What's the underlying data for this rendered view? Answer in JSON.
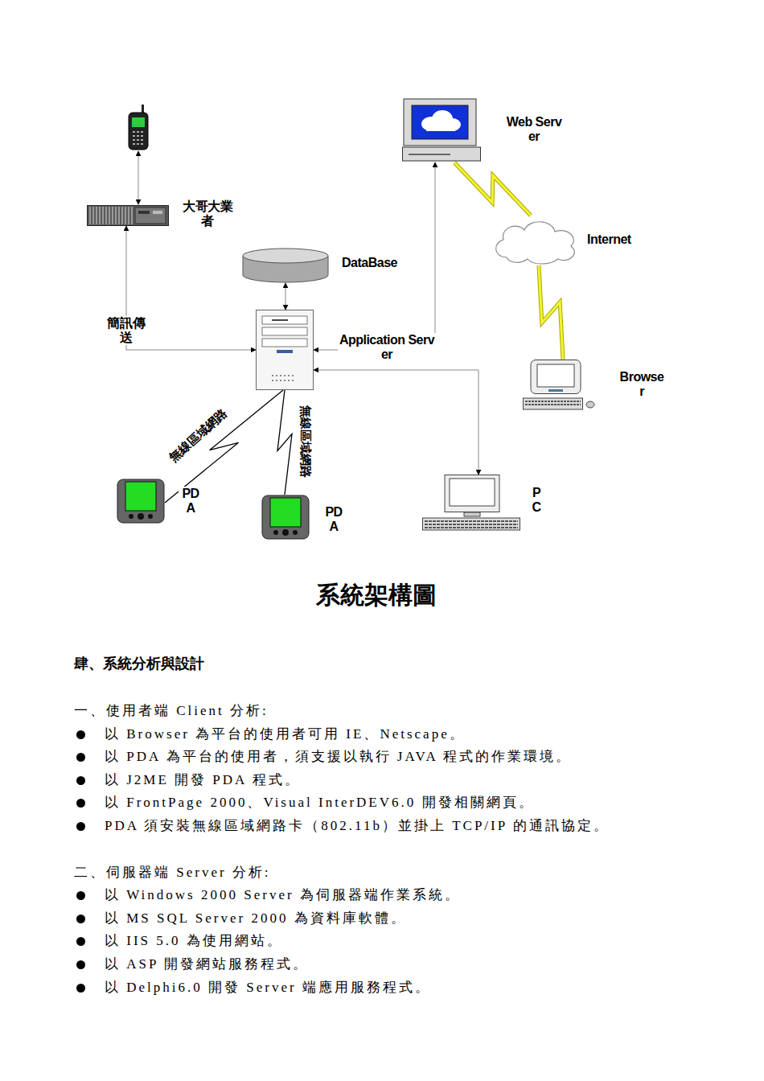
{
  "diagram": {
    "caption": "系統架構圖",
    "nodes": [
      {
        "text": [
          "大哥大業者"
        ]
      },
      {
        "text": [
          "DataBase"
        ]
      },
      {
        "text": [
          "Application Server"
        ]
      },
      {
        "text": [
          "Web Server"
        ]
      },
      {
        "text": [
          "Internet"
        ]
      },
      {
        "text": [
          "Browser"
        ]
      },
      {
        "text": [
          "PDA"
        ]
      },
      {
        "text": [
          "PDA"
        ]
      },
      {
        "text": [
          "PC"
        ]
      }
    ],
    "edges": [
      {
        "from": 2,
        "to": 0,
        "label": "簡訊傳送",
        "arrow": "both"
      },
      {
        "from": 1,
        "to": 2,
        "arrow": "both"
      },
      {
        "from": 2,
        "to": 3,
        "arrow": "both"
      },
      {
        "from": 2,
        "to": 8,
        "arrow": "both"
      },
      {
        "from": 2,
        "to": 6,
        "label": "無線區域網路",
        "arrow": "none"
      },
      {
        "from": 2,
        "to": 7,
        "label": "無線區域網路",
        "arrow": "none"
      },
      {
        "from": 3,
        "to": 4,
        "arrow": "none"
      },
      {
        "from": 4,
        "to": 5,
        "arrow": "none"
      }
    ],
    "labels": [
      "肆、系統分析與設計",
      "一、使用者端 Client 分析:",
      "以 Browser 為平台的使用者可用 IE、Netscape。",
      "以 PDA 為平台的使用者，須支援以執行 JAVA 程式的作業環境。",
      "以 J2ME 開發 PDA 程式。",
      "以 FrontPage 2000、Visual InterDEV6.0 開發相關網頁。",
      "PDA 須安裝無線區域網路卡（802.11b）並掛上 TCP/IP 的通訊協定。",
      "二、伺服器端 Server 分析:",
      "以 Windows 2000 Server 為伺服器端作業系統。",
      "以 MS SQL Server 2000 為資料庫軟體。",
      "以 IIS 5.0 為使用網站。",
      "以 ASP 開發網站服務程式。",
      "以 Delphi6.0 開發 Server 端應用服務程式。"
    ]
  }
}
